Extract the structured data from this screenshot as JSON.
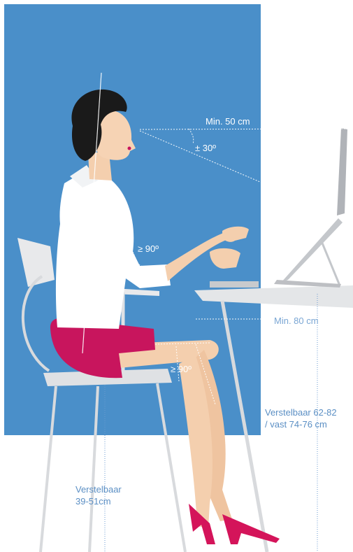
{
  "labels": {
    "monitor_distance": "Min. 50 cm",
    "view_angle": "± 30º",
    "elbow_angle": "≥ 90º",
    "desk_depth": "Min. 80 cm",
    "knee_angle": "≥ 90º",
    "desk_height_line1": "Verstelbaar 62-82",
    "desk_height_line2": "/ vast 74-76 cm",
    "seat_height_line1": "Verstelbaar",
    "seat_height_line2": "39-51cm"
  },
  "colors": {
    "background_panel": "#4a8fc9",
    "blouse": "#ffffff",
    "skirt": "#c8155d",
    "skin": "#f4cfae",
    "hair": "#1a1a1a",
    "shoes": "#d4145a",
    "furniture": "#d8dadd",
    "dashed_guide": "#ffffff",
    "label_on_white": "#5b8fc4"
  }
}
